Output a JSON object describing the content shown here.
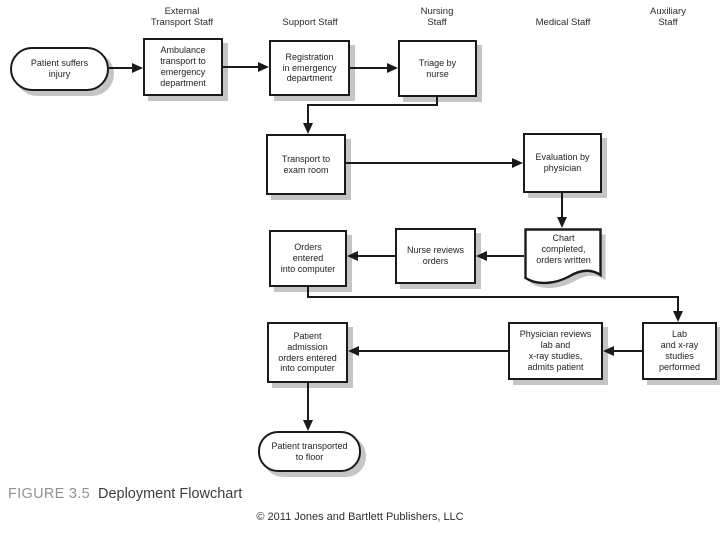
{
  "figure_type": "deployment-flowchart",
  "palette": {
    "background": "#ffffff",
    "node_border": "#1a1a1a",
    "node_fill": "#ffffff",
    "drop_shadow": "#c5c5c5",
    "text": "#1f1f1f",
    "figure_label_gray": "#919191"
  },
  "lanes": [
    {
      "label": "External\nTransport Staff"
    },
    {
      "label": "Support Staff"
    },
    {
      "label": "Nursing\nStaff"
    },
    {
      "label": "Medical Staff"
    },
    {
      "label": "Auxiliary\nStaff"
    }
  ],
  "nodes": {
    "patient_suffers_injury": {
      "label": "Patient suffers\ninjury",
      "shape": "terminator",
      "lane": "External Transport Staff"
    },
    "ambulance_transport": {
      "label": "Ambulance\ntransport to\nemergency\ndepartment",
      "shape": "process",
      "lane": "External Transport Staff"
    },
    "registration": {
      "label": "Registration\nin emergency\ndepartment",
      "shape": "process",
      "lane": "Support Staff"
    },
    "triage_by_nurse": {
      "label": "Triage by\nnurse",
      "shape": "process",
      "lane": "Nursing Staff"
    },
    "transport_to_exam_room": {
      "label": "Transport to\nexam room",
      "shape": "process",
      "lane": "Support Staff"
    },
    "evaluation_by_physician": {
      "label": "Evaluation by\nphysician",
      "shape": "process",
      "lane": "Medical Staff"
    },
    "orders_entered": {
      "label": "Orders\nentered\ninto computer",
      "shape": "process",
      "lane": "Support Staff"
    },
    "nurse_reviews_orders": {
      "label": "Nurse reviews\norders",
      "shape": "process",
      "lane": "Nursing Staff"
    },
    "chart_completed": {
      "label": "Chart\ncompleted,\norders written",
      "shape": "document",
      "lane": "Medical Staff"
    },
    "patient_admission_orders": {
      "label": "Patient\nadmission\norders entered\ninto computer",
      "shape": "process",
      "lane": "Support Staff"
    },
    "physician_reviews": {
      "label": "Physician reviews\nlab and\nx-ray studies,\nadmits patient",
      "shape": "process",
      "lane": "Medical Staff"
    },
    "lab_xray_performed": {
      "label": "Lab\nand x-ray\nstudies\nperformed",
      "shape": "process",
      "lane": "Auxiliary Staff"
    },
    "patient_transported": {
      "label": "Patient transported\nto floor",
      "shape": "terminator",
      "lane": "Support Staff"
    }
  },
  "flows": [
    {
      "from": "patient_suffers_injury",
      "to": "ambulance_transport"
    },
    {
      "from": "ambulance_transport",
      "to": "registration"
    },
    {
      "from": "registration",
      "to": "triage_by_nurse"
    },
    {
      "from": "triage_by_nurse",
      "to": "transport_to_exam_room"
    },
    {
      "from": "transport_to_exam_room",
      "to": "evaluation_by_physician"
    },
    {
      "from": "evaluation_by_physician",
      "to": "chart_completed"
    },
    {
      "from": "chart_completed",
      "to": "nurse_reviews_orders"
    },
    {
      "from": "nurse_reviews_orders",
      "to": "orders_entered"
    },
    {
      "from": "orders_entered",
      "to": "lab_xray_performed"
    },
    {
      "from": "lab_xray_performed",
      "to": "physician_reviews"
    },
    {
      "from": "physician_reviews",
      "to": "patient_admission_orders"
    },
    {
      "from": "patient_admission_orders",
      "to": "patient_transported"
    }
  ],
  "caption": {
    "figure_label": "FIGURE 3.5",
    "figure_title": "Deployment Flowchart",
    "copyright": "© 2011 Jones and Bartlett Publishers, LLC"
  }
}
